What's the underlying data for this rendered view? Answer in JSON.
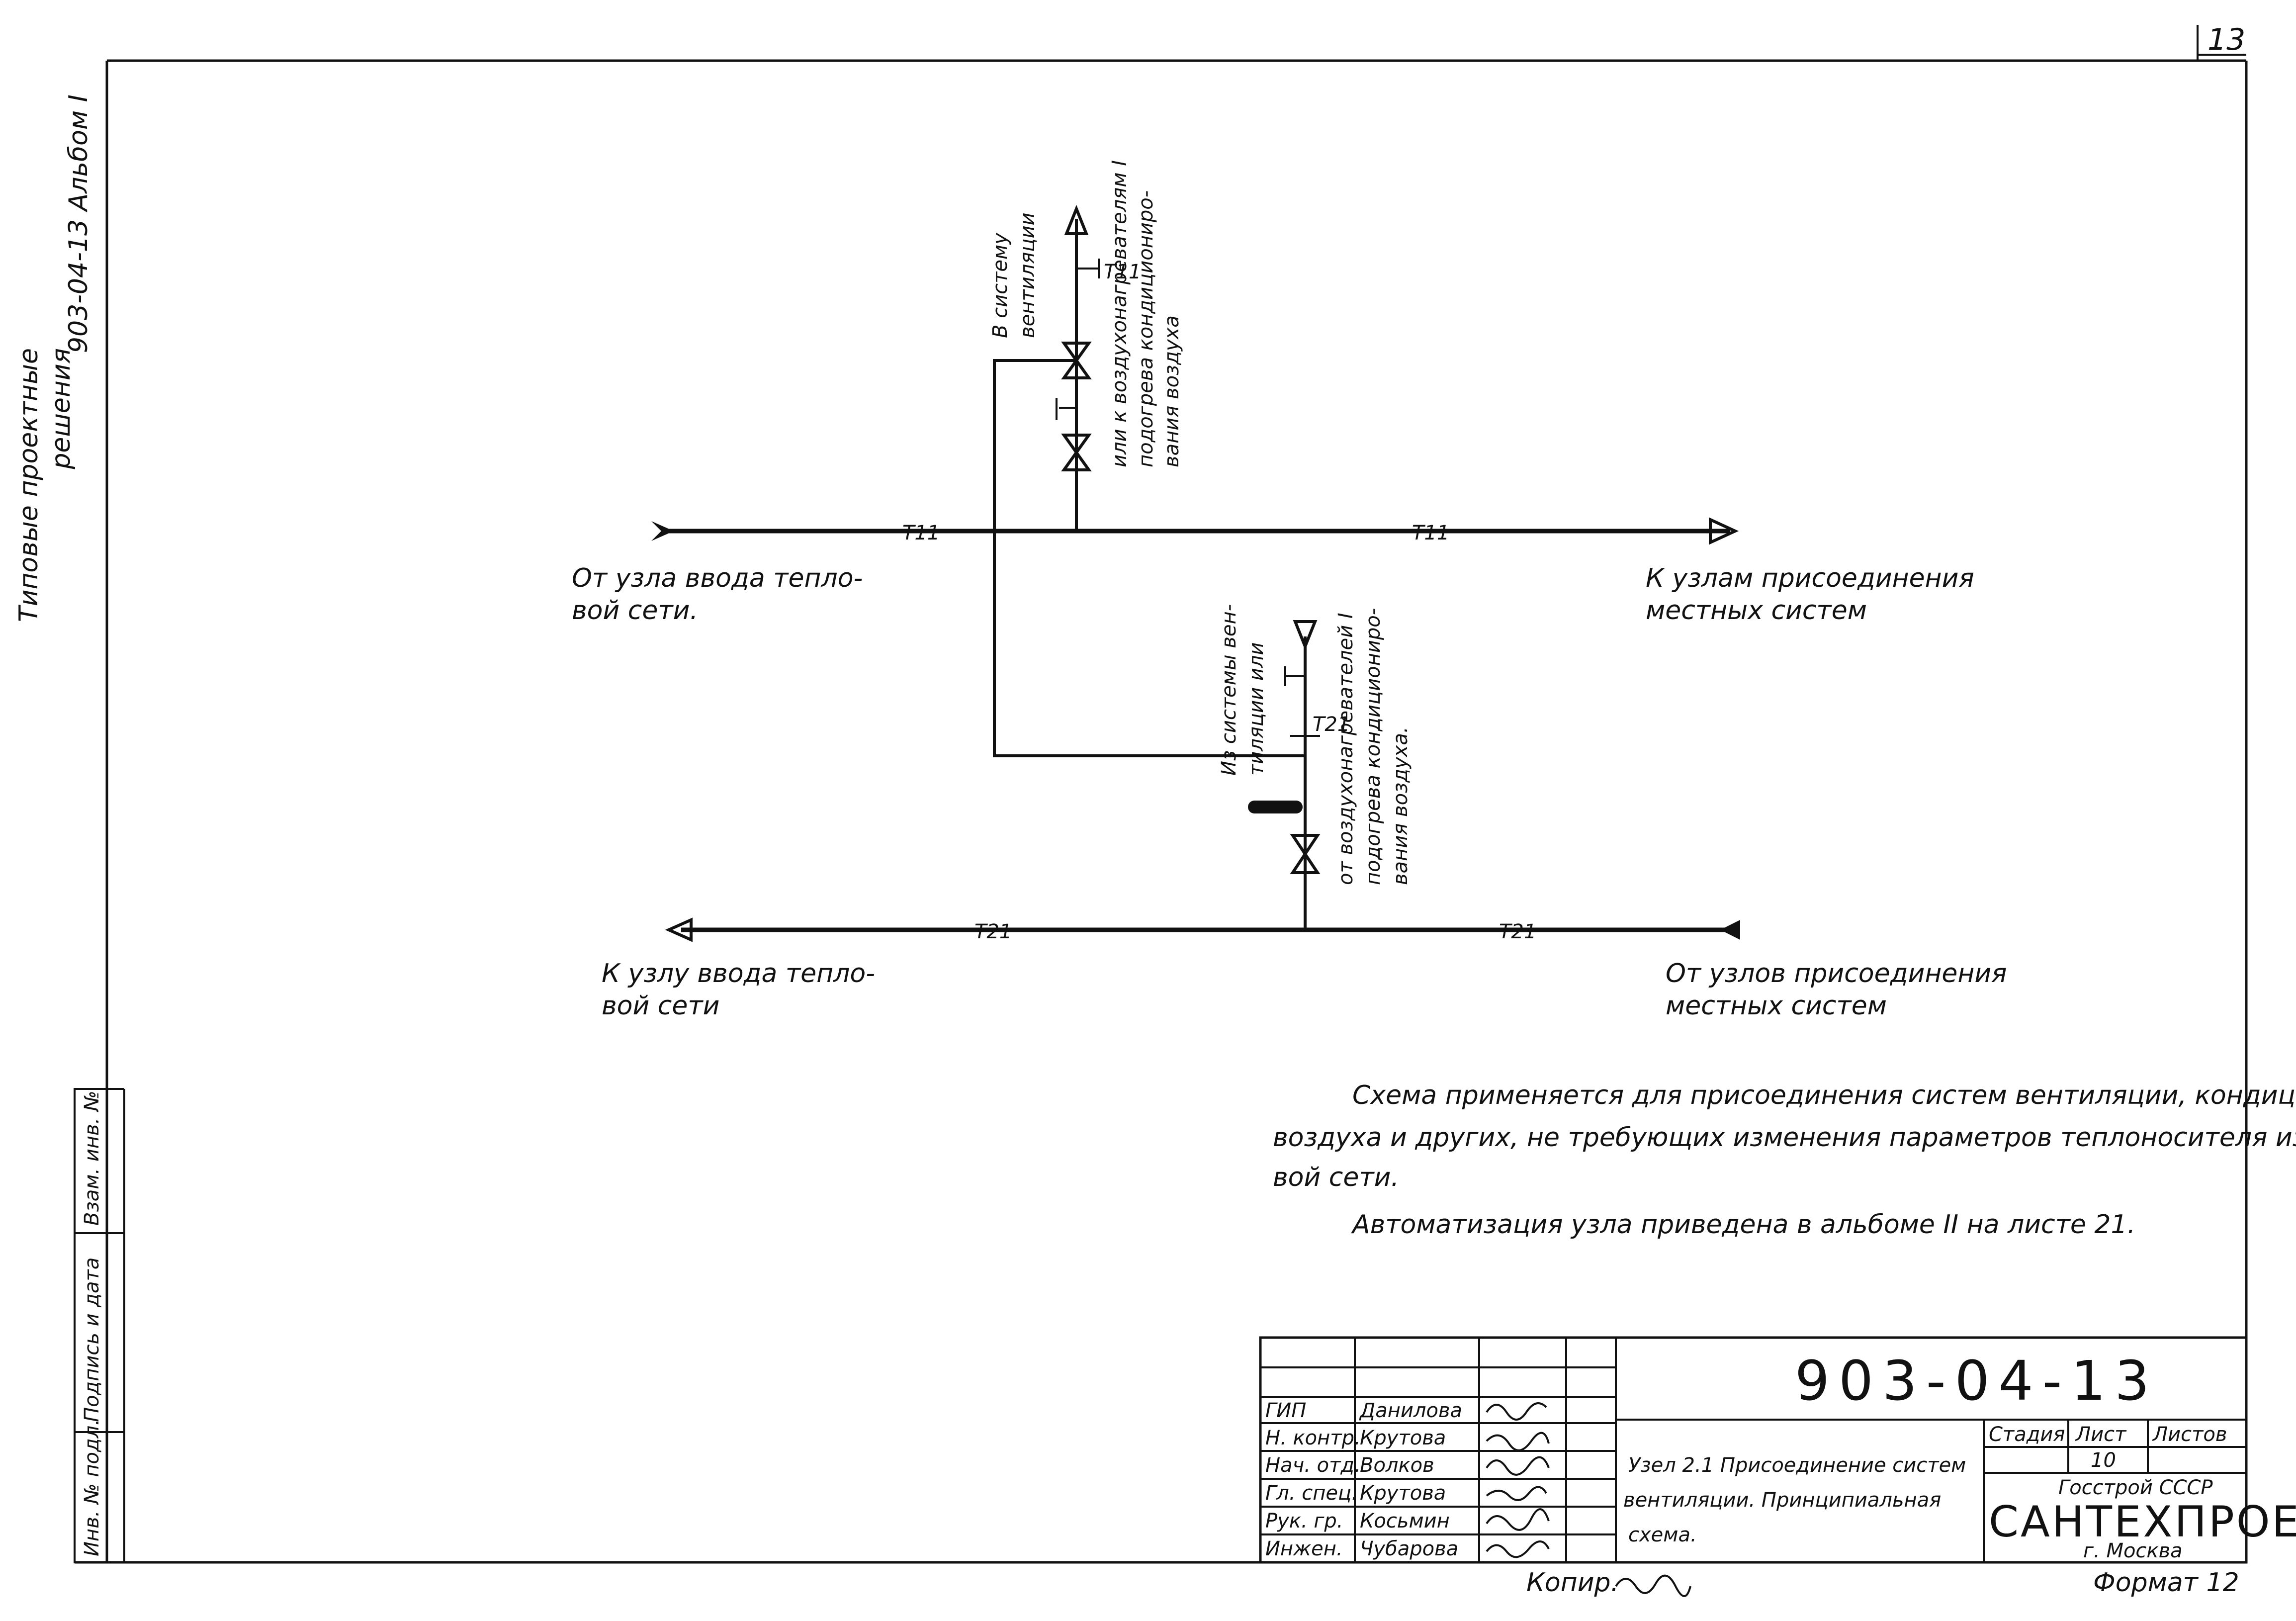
{
  "sheet_number": "13",
  "left_margin": {
    "line1": "Типовые проектные",
    "line2": "решения",
    "album": "903-04-13 Альбом I"
  },
  "side_stamp": {
    "inv_no": "Инв. № подл.",
    "sign_date": "Подпись и дата",
    "inv_replace": "Взам. инв. №"
  },
  "diagram": {
    "pipe_labels": {
      "t11_left": "Т11",
      "t11_right": "Т11",
      "t11_branch": "Т11",
      "t21_branch": "Т21",
      "t21_left": "Т21",
      "t21_right": "Т21"
    },
    "vertical_labels": {
      "to_vent_1": "В систему",
      "to_vent_2": "вентиляции",
      "to_heater_1": "или к воздухонагревателям I",
      "to_heater_2": "подогрева кондициониро-",
      "to_heater_3": "вания воздуха",
      "from_vent_1": "Из системы вен-",
      "from_vent_2": "тиляции или",
      "from_heater_1": "от воздухонагревателей I",
      "from_heater_2": "подогрева кондициониро-",
      "from_heater_3": "вания воздуха."
    },
    "labels": {
      "from_node_1": "От узла ввода тепло-",
      "from_node_2": "вой сети.",
      "to_nodes_1": "К узлам присоединения",
      "to_nodes_2": "местных систем",
      "to_node_1": "К узлу ввода тепло-",
      "to_node_2": "вой сети",
      "from_nodes_1": "От узлов присоединения",
      "from_nodes_2": "местных систем"
    }
  },
  "notes": {
    "line1": "Схема применяется для присоединения систем вентиляции, кондиционирования",
    "line2": "воздуха и других, не требующих изменения параметров теплоносителя из тепло-",
    "line3": "вой сети.",
    "line4": "Автоматизация узла приведена в альбоме II на листе 21."
  },
  "title_block": {
    "code": "903-04-13",
    "roles": [
      "ГИП",
      "Н. контр.",
      "Нач. отд.",
      "Гл. спец.",
      "Рук. гр.",
      "Инжен."
    ],
    "names": [
      "Данилова",
      "Крутова",
      "Волков",
      "Крутова",
      "Косьмин",
      "Чубарова"
    ],
    "title_line1": "Узел 2.1 Присоединение систем",
    "title_line2": "вентиляции. Принципиальная",
    "title_line3": "схема.",
    "stage_header": "Стадия",
    "sheet_header": "Лист",
    "sheets_header": "Листов",
    "sheet_value": "10",
    "org_line1": "Госстрой СССР",
    "org_line2": "САНТЕХПРОЕКТ",
    "org_line3": "г. Москва"
  },
  "footer": {
    "copied": "Копир.",
    "format": "Формат 12"
  }
}
